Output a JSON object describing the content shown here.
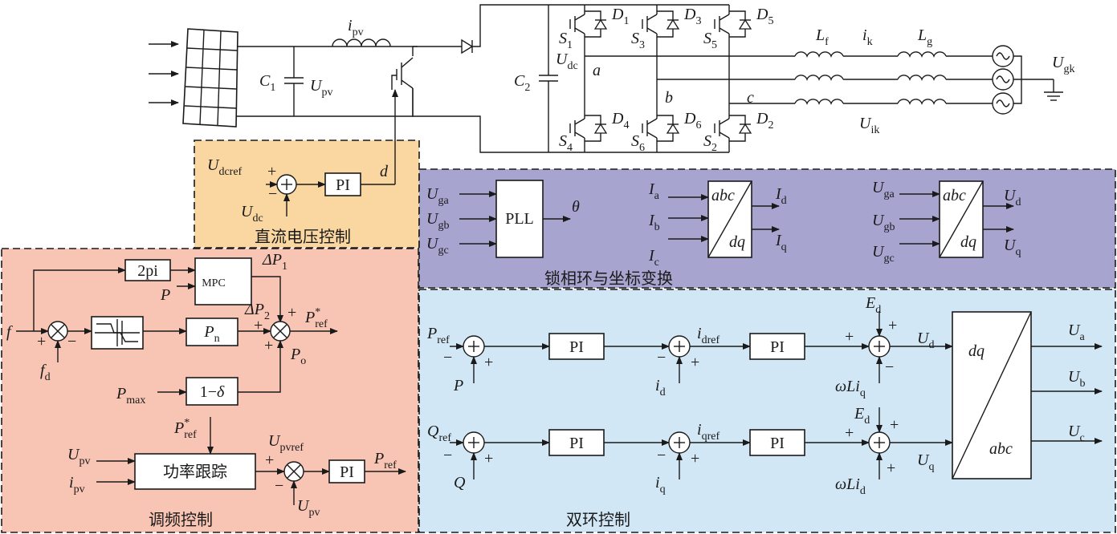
{
  "colors": {
    "dc_control": "#fad7a0",
    "freq_control": "#f8c4b3",
    "pll_transform": "#a7a5cf",
    "dual_loop": "#d2e7f5"
  },
  "regions": {
    "dc_voltage": "直流电压控制",
    "frequency": "调频控制",
    "pll": "锁相环与坐标变换",
    "dual_loop": "双环控制"
  },
  "blocks": {
    "pi": "PI",
    "pll": "PLL",
    "two_pi": "2pi",
    "mpc": "MPC",
    "pn_base": "P",
    "pn_sub": "n",
    "one_minus_delta": "1−",
    "delta": "δ",
    "power_tracking": "功率跟踪",
    "abc": "abc",
    "dq": "dq"
  },
  "circuit": {
    "i_pv": {
      "base": "i",
      "sub": "pv"
    },
    "c1": {
      "base": "C",
      "sub": "1"
    },
    "u_pv": {
      "base": "U",
      "sub": "pv"
    },
    "c2": {
      "base": "C",
      "sub": "2"
    },
    "u_dc": {
      "base": "U",
      "sub": "dc"
    },
    "switches": [
      {
        "s": "1",
        "d": "1"
      },
      {
        "s": "3",
        "d": "3"
      },
      {
        "s": "5",
        "d": "5"
      },
      {
        "s": "4",
        "d": "4"
      },
      {
        "s": "6",
        "d": "6"
      },
      {
        "s": "2",
        "d": "2"
      }
    ],
    "s_letter": "S",
    "d_letter": "D",
    "node_a": "a",
    "node_b": "b",
    "node_c": "c",
    "lf": {
      "base": "L",
      "sub": "f"
    },
    "ik": {
      "base": "i",
      "sub": "k"
    },
    "lg": {
      "base": "L",
      "sub": "g"
    },
    "u_ik": {
      "base": "U",
      "sub": "ik"
    },
    "u_gk": {
      "base": "U",
      "sub": "gk"
    }
  },
  "dc_ctrl": {
    "u_dcref": {
      "base": "U",
      "sub": "dcref"
    },
    "u_dc": {
      "base": "U",
      "sub": "dc"
    },
    "d": "d",
    "plus": "+",
    "minus": "−"
  },
  "freq_ctrl": {
    "f": "f",
    "f_d": {
      "base": "f",
      "sub": "d"
    },
    "p": "P",
    "dp1": {
      "base": "ΔP",
      "sub": "1"
    },
    "dp2": {
      "base": "ΔP",
      "sub": "2"
    },
    "p_ref_star": {
      "base": "P",
      "sub": "ref",
      "sup": "*"
    },
    "p_o": {
      "base": "P",
      "sub": "o"
    },
    "p_max": {
      "base": "P",
      "sub": "max"
    },
    "u_pv": {
      "base": "U",
      "sub": "pv"
    },
    "i_pv": {
      "base": "i",
      "sub": "pv"
    },
    "u_pvref": {
      "base": "U",
      "sub": "pvref"
    },
    "p_ref": {
      "base": "P",
      "sub": "ref"
    },
    "plus": "+",
    "minus": "−"
  },
  "pll_ctrl": {
    "u_ga": {
      "base": "U",
      "sub": "ga"
    },
    "u_gb": {
      "base": "U",
      "sub": "gb"
    },
    "u_gc": {
      "base": "U",
      "sub": "gc"
    },
    "theta": "θ",
    "i_a": {
      "base": "I",
      "sub": "a"
    },
    "i_b": {
      "base": "I",
      "sub": "b"
    },
    "i_c": {
      "base": "I",
      "sub": "c"
    },
    "i_d": {
      "base": "I",
      "sub": "d"
    },
    "i_q": {
      "base": "I",
      "sub": "q"
    },
    "u_d": {
      "base": "U",
      "sub": "d"
    },
    "u_q": {
      "base": "U",
      "sub": "q"
    }
  },
  "dual_ctrl": {
    "p_ref": {
      "base": "P",
      "sub": "ref"
    },
    "p": "P",
    "q_ref": {
      "base": "Q",
      "sub": "ref"
    },
    "q": "Q",
    "i_dref": {
      "base": "i",
      "sub": "dref"
    },
    "i_qref": {
      "base": "i",
      "sub": "qref"
    },
    "i_d": {
      "base": "i",
      "sub": "d"
    },
    "i_q": {
      "base": "i",
      "sub": "q"
    },
    "e_d": {
      "base": "E",
      "sub": "d"
    },
    "wli_q": {
      "base": "ωLi",
      "sub": "q"
    },
    "wli_d": {
      "base": "ωLi",
      "sub": "d"
    },
    "u_d": {
      "base": "U",
      "sub": "d"
    },
    "u_q": {
      "base": "U",
      "sub": "q"
    },
    "u_a": {
      "base": "U",
      "sub": "a"
    },
    "u_b": {
      "base": "U",
      "sub": "b"
    },
    "u_c": {
      "base": "U",
      "sub": "c"
    },
    "plus": "+",
    "minus": "−"
  }
}
